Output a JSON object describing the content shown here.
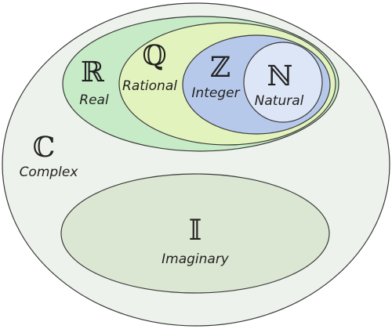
{
  "sets": {
    "complex": {
      "symbol": "ℂ",
      "label": "Complex",
      "fill": "#eef2ec"
    },
    "real": {
      "symbol": "ℝ",
      "label": "Real",
      "fill": "#c6ebc6"
    },
    "rational": {
      "symbol": "ℚ",
      "label": "Rational",
      "fill": "#e3f3bd"
    },
    "integer": {
      "symbol": "ℤ",
      "label": "Integer",
      "fill": "#b7c9ea"
    },
    "natural": {
      "symbol": "ℕ",
      "label": "Natural",
      "fill": "#dde6f6"
    },
    "imaginary": {
      "symbol": "𝕀",
      "label": "Imaginary",
      "fill": "#dbe7d2"
    }
  },
  "colors": {
    "stroke": "#3a3a3a",
    "text": "#222222"
  }
}
